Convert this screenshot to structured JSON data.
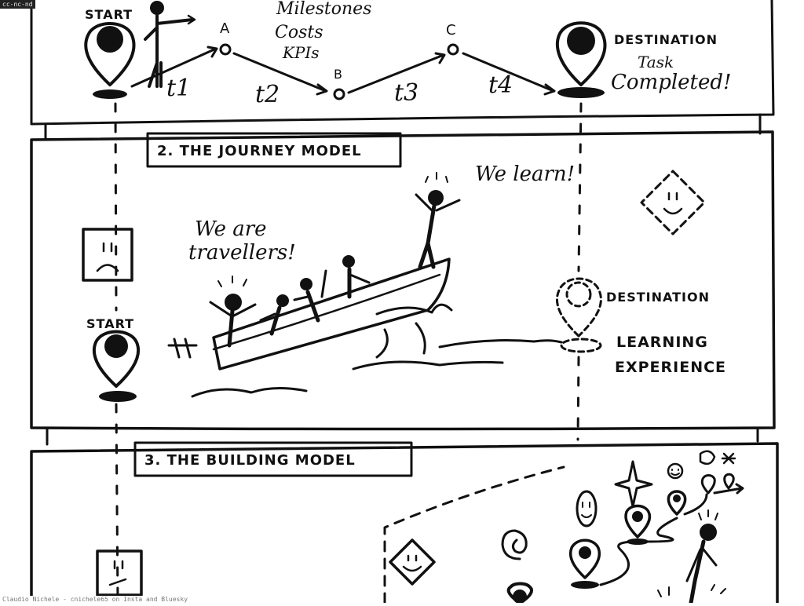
{
  "credit_top": "cc-nc-nd",
  "credit_bottom": "Claudio Nichele - cnichele65 on Insta and Bluesky",
  "panel1": {
    "start_label": "START",
    "points": [
      "A",
      "B",
      "C"
    ],
    "times": [
      "t1",
      "t2",
      "t3",
      "t4"
    ],
    "notes": [
      "Milestones",
      "Costs",
      "KPIs"
    ],
    "destination_label": "DESTINATION",
    "completed_lines": [
      "Task",
      "Completed!"
    ]
  },
  "panel2": {
    "title": "2. THE JOURNEY MODEL",
    "travellers_lines": [
      "We are",
      "travellers!"
    ],
    "learn": "We learn!",
    "start_label": "START",
    "destination_label": "DESTINATION",
    "learning_lines": [
      "LEARNING",
      "EXPERIENCE"
    ]
  },
  "panel3": {
    "title": "3. THE BUILDING MODEL"
  }
}
